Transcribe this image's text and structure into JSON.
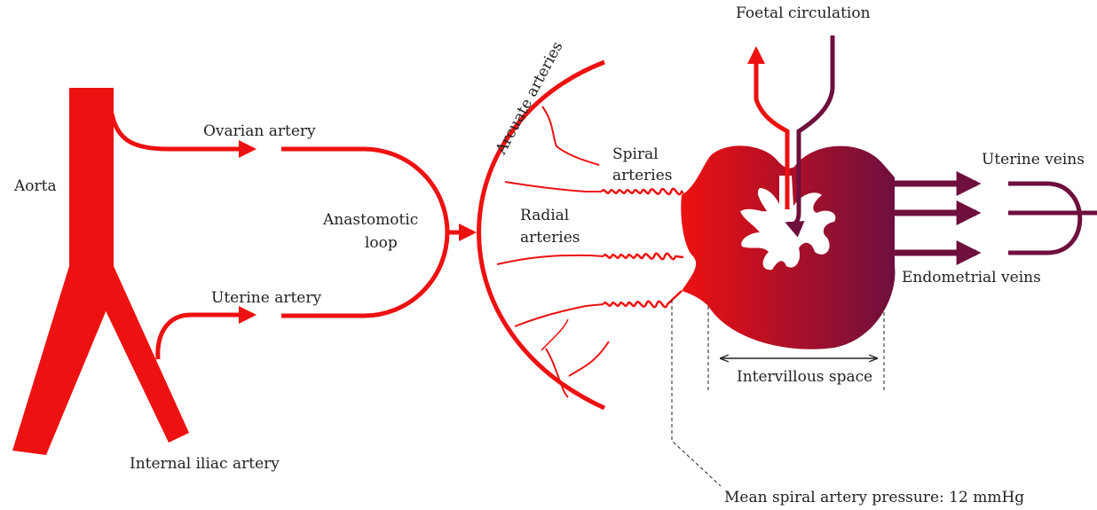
{
  "labels": {
    "aorta": "Aorta",
    "ovarian_artery": "Ovarian artery",
    "uterine_artery": "Uterine artery",
    "internal_iliac_artery": "Internal iliac artery",
    "anastomotic_loop_1": "Anastomotic",
    "anastomotic_loop_2": "loop",
    "arcuate_arteries": "Arcuate arteries",
    "spiral_arteries_1": "Spiral",
    "spiral_arteries_2": "arteries",
    "radial_arteries_1": "Radial",
    "radial_arteries_2": "arteries",
    "foetal_circulation": "Foetal circulation",
    "uterine_veins": "Uterine veins",
    "endometrial_veins": "Endometrial veins",
    "intervillous_space": "Intervillous space",
    "pressure": "Mean spiral artery pressure: 12 mmHg"
  },
  "colors": {
    "artery": "#ee1111",
    "vein": "#6e0f3e",
    "text": "#222222",
    "gradient_start": "#ee1111",
    "gradient_end": "#6e0f3e"
  }
}
